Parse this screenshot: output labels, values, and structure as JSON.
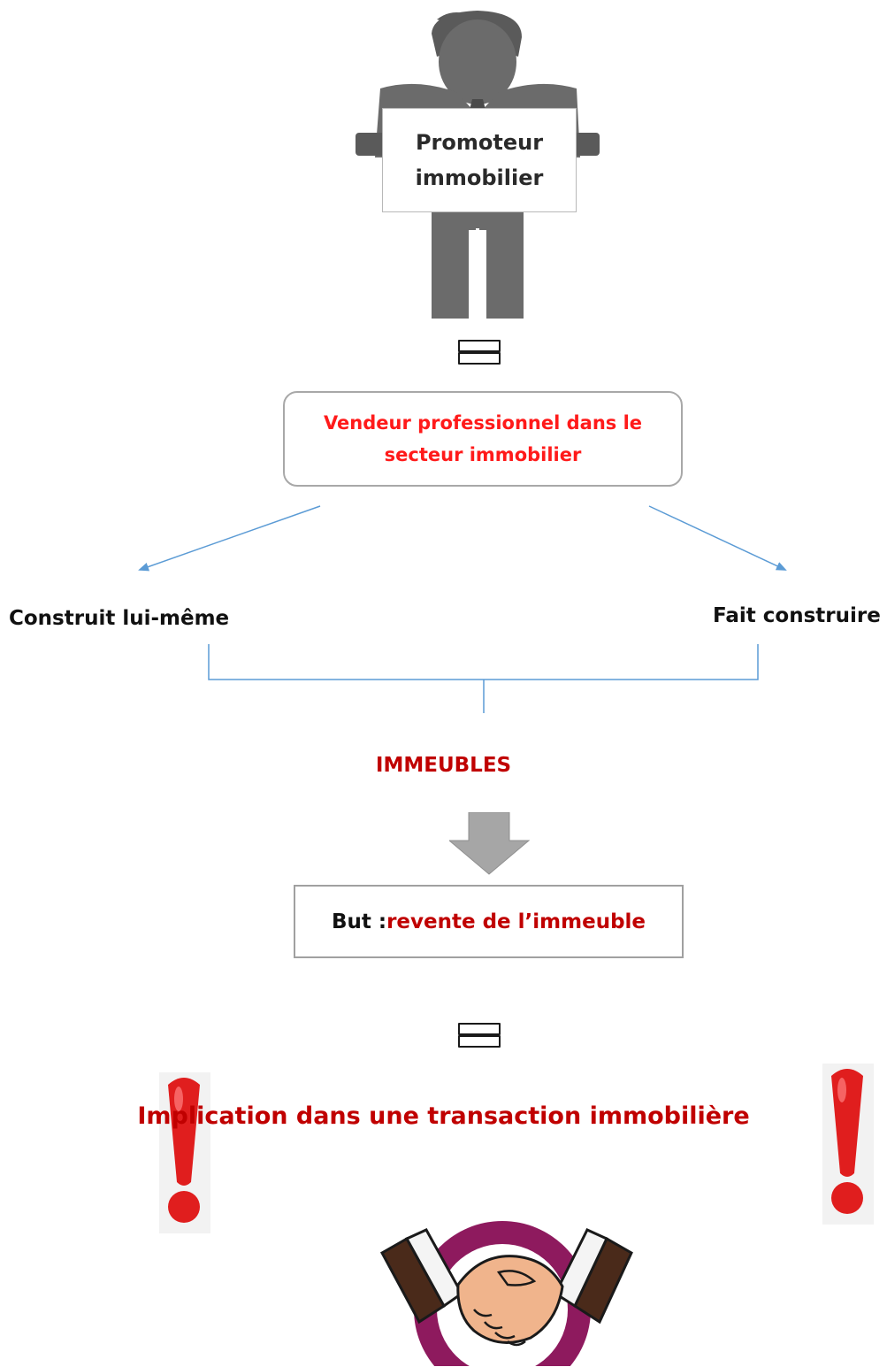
{
  "person": {
    "sign_line1": "Promoteur",
    "sign_line2": "immobilier",
    "body_color": "#6b6b6b"
  },
  "definition": {
    "line1": "Vendeur professionnel dans le",
    "line2": "secteur immobilier"
  },
  "branches": {
    "left": "Construit lui-même",
    "right": "Fait construire",
    "connector_color": "#5b9bd5"
  },
  "result": {
    "label": "IMMEUBLES"
  },
  "goal": {
    "prefix": "But : ",
    "value": "revente de l’immeuble"
  },
  "conclusion": {
    "text": "Implication dans une transaction immobilière"
  },
  "colors": {
    "red_accent": "#ff1a1a",
    "dark_red": "#c00000",
    "arrow_gray": "#a6a6a6",
    "handshake_circle": "#8e1a5e",
    "exclamation": "#e01e1e"
  },
  "icons": {
    "equivalence": "equivalence-icon",
    "exclamation": "exclamation-icon",
    "handshake": "handshake-icon",
    "down_arrow": "down-arrow-icon"
  }
}
